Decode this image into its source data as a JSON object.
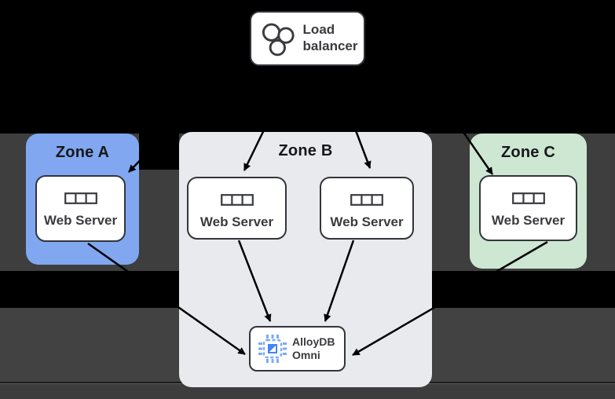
{
  "load_balancer": {
    "label": "Load balancer"
  },
  "zones": [
    {
      "id": "zone-a",
      "label": "Zone A",
      "fill": "#80a7f0",
      "servers": [
        {
          "label": "Web Server"
        }
      ]
    },
    {
      "id": "zone-b",
      "label": "Zone B",
      "fill": "#e9eaee",
      "servers": [
        {
          "label": "Web Server"
        },
        {
          "label": "Web Server"
        }
      ]
    },
    {
      "id": "zone-c",
      "label": "Zone C",
      "fill": "#cde7d3",
      "servers": [
        {
          "label": "Web Server"
        }
      ]
    }
  ],
  "database": {
    "line1": "AlloyDB",
    "line2": "Omni"
  },
  "icons": {
    "load_balancer_icon": "three-circles-load-balancer-icon",
    "web_server_icon": "server-grid-icon",
    "alloydb_icon": "blue-chip-icon"
  },
  "colors": {
    "background": "#000000",
    "band_gray": "#3e3e3e",
    "band_lower_gray": "#424242",
    "zone_a_blue": "#80a7f0",
    "zone_b_gray": "#e9eaee",
    "zone_c_green": "#cde7d3",
    "box_border": "#33353a",
    "label_text": "#3a3b3e",
    "arrow": "#000000",
    "chip_blue": "#4285f4",
    "chip_light_blue": "#7baaf7"
  },
  "edges": [
    {
      "from": "load-balancer",
      "to": "web-server-zone-a"
    },
    {
      "from": "load-balancer",
      "to": "web-server-zone-b-1"
    },
    {
      "from": "load-balancer",
      "to": "web-server-zone-b-2"
    },
    {
      "from": "load-balancer",
      "to": "web-server-zone-c"
    },
    {
      "from": "web-server-zone-a",
      "to": "alloydb-omni"
    },
    {
      "from": "web-server-zone-b-1",
      "to": "alloydb-omni"
    },
    {
      "from": "web-server-zone-b-2",
      "to": "alloydb-omni"
    },
    {
      "from": "web-server-zone-c",
      "to": "alloydb-omni"
    }
  ]
}
